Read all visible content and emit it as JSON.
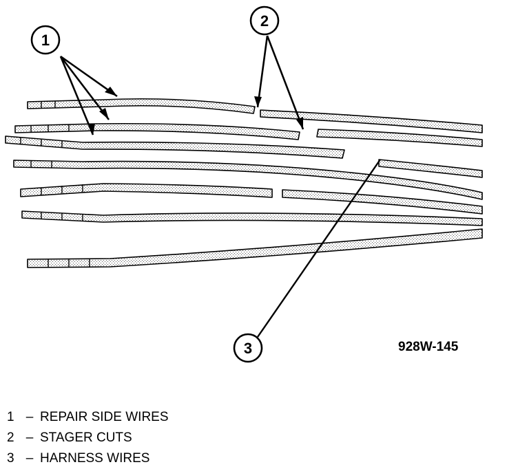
{
  "figure": {
    "figure_id": "928W-145",
    "callouts": [
      "1",
      "2",
      "3"
    ]
  },
  "legend": [
    {
      "number": "1",
      "separator": "–",
      "text": "REPAIR SIDE WIRES"
    },
    {
      "number": "2",
      "separator": "–",
      "text": "STAGER CUTS"
    },
    {
      "number": "3",
      "separator": "–",
      "text": "HARNESS WIRES"
    }
  ]
}
